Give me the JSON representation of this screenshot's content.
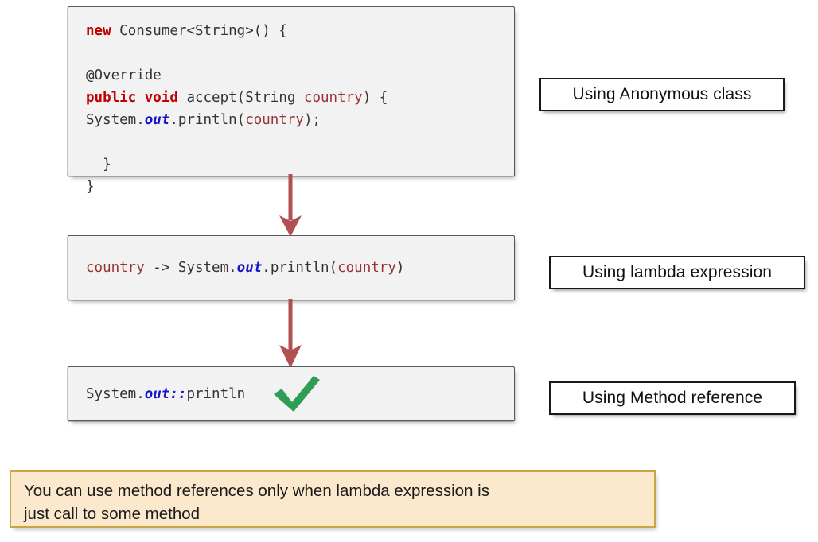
{
  "diagram": {
    "title_semantic": "java-method-reference-evolution",
    "accent_arrow_color": "#b05050",
    "check_color": "#2e9e55",
    "keyword_color": "#c00000",
    "identifier_color": "#993333",
    "out_field_color": "#1414c8",
    "code_box_bg": "#f2f2f2",
    "code_box_border": "#5a5a5a",
    "note_bg": "#fce9cd",
    "note_border": "#c9a544"
  },
  "boxes": {
    "anonymous": {
      "lines": [
        {
          "segments": [
            {
              "t": "new ",
              "c": "kw"
            },
            {
              "t": "Consumer<String>() {",
              "c": "plain"
            }
          ]
        },
        {
          "segments": [
            {
              "t": "",
              "c": "plain"
            }
          ]
        },
        {
          "segments": [
            {
              "t": "@Override",
              "c": "plain"
            }
          ]
        },
        {
          "segments": [
            {
              "t": "public void ",
              "c": "kw"
            },
            {
              "t": "accept(String ",
              "c": "plain"
            },
            {
              "t": "country",
              "c": "ident"
            },
            {
              "t": ") {",
              "c": "plain"
            }
          ]
        },
        {
          "segments": [
            {
              "t": "System.",
              "c": "plain"
            },
            {
              "t": "out",
              "c": "out"
            },
            {
              "t": ".println(",
              "c": "plain"
            },
            {
              "t": "country",
              "c": "ident"
            },
            {
              "t": ");",
              "c": "plain"
            }
          ]
        },
        {
          "segments": [
            {
              "t": "",
              "c": "plain"
            }
          ]
        },
        {
          "segments": [
            {
              "t": "  }",
              "c": "plain"
            }
          ]
        },
        {
          "segments": [
            {
              "t": "}",
              "c": "plain"
            }
          ]
        }
      ]
    },
    "lambda": {
      "lines": [
        {
          "segments": [
            {
              "t": "country",
              "c": "ident"
            },
            {
              "t": " -> System.",
              "c": "plain"
            },
            {
              "t": "out",
              "c": "out"
            },
            {
              "t": ".println(",
              "c": "plain"
            },
            {
              "t": "country",
              "c": "ident"
            },
            {
              "t": ")",
              "c": "plain"
            }
          ]
        }
      ]
    },
    "method_reference": {
      "lines": [
        {
          "segments": [
            {
              "t": "System.",
              "c": "plain"
            },
            {
              "t": "out::",
              "c": "out"
            },
            {
              "t": "println",
              "c": "plain"
            }
          ]
        }
      ],
      "has_check": true
    }
  },
  "labels": {
    "anonymous": "Using Anonymous class",
    "lambda": "Using lambda expression",
    "method_reference": "Using Method reference"
  },
  "note": {
    "line1": "You can use method references only when lambda expression is",
    "line2": "just call to some method"
  }
}
